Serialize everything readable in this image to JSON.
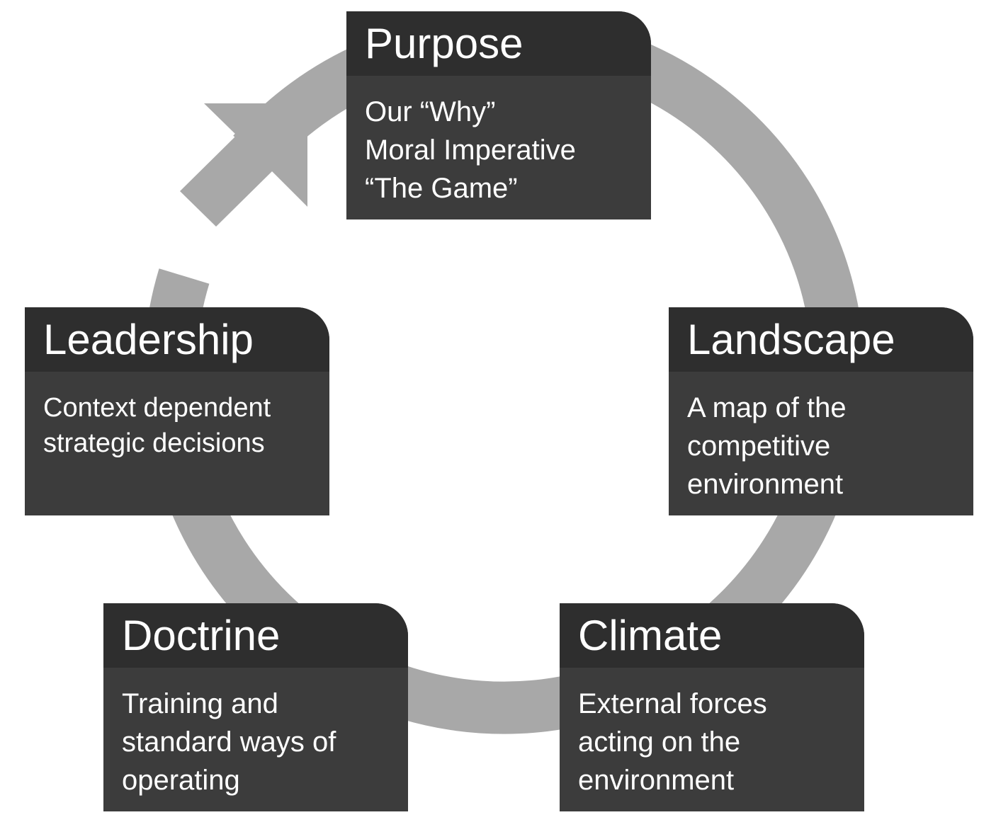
{
  "colors": {
    "ring": "#a8a8a8",
    "card_header": "#2e2e2e",
    "card_body": "#3c3c3c",
    "text": "#ffffff"
  },
  "diagram": {
    "type": "cycle",
    "direction": "clockwise-arrow-into-purpose",
    "icons": [
      "cycle-arrow-icon"
    ]
  },
  "cards": {
    "purpose": {
      "title": "Purpose",
      "lines": [
        "Our “Why”",
        "Moral Imperative",
        "“The Game”"
      ]
    },
    "landscape": {
      "title": "Landscape",
      "lines": [
        "A map of the",
        "competitive",
        "environment"
      ]
    },
    "climate": {
      "title": "Climate",
      "lines": [
        "External forces",
        "acting on the",
        "environment"
      ]
    },
    "doctrine": {
      "title": "Doctrine",
      "lines": [
        "Training and",
        "standard ways of",
        "operating"
      ]
    },
    "leadership": {
      "title": "Leadership",
      "lines": [
        "Context dependent",
        "strategic decisions"
      ]
    }
  }
}
